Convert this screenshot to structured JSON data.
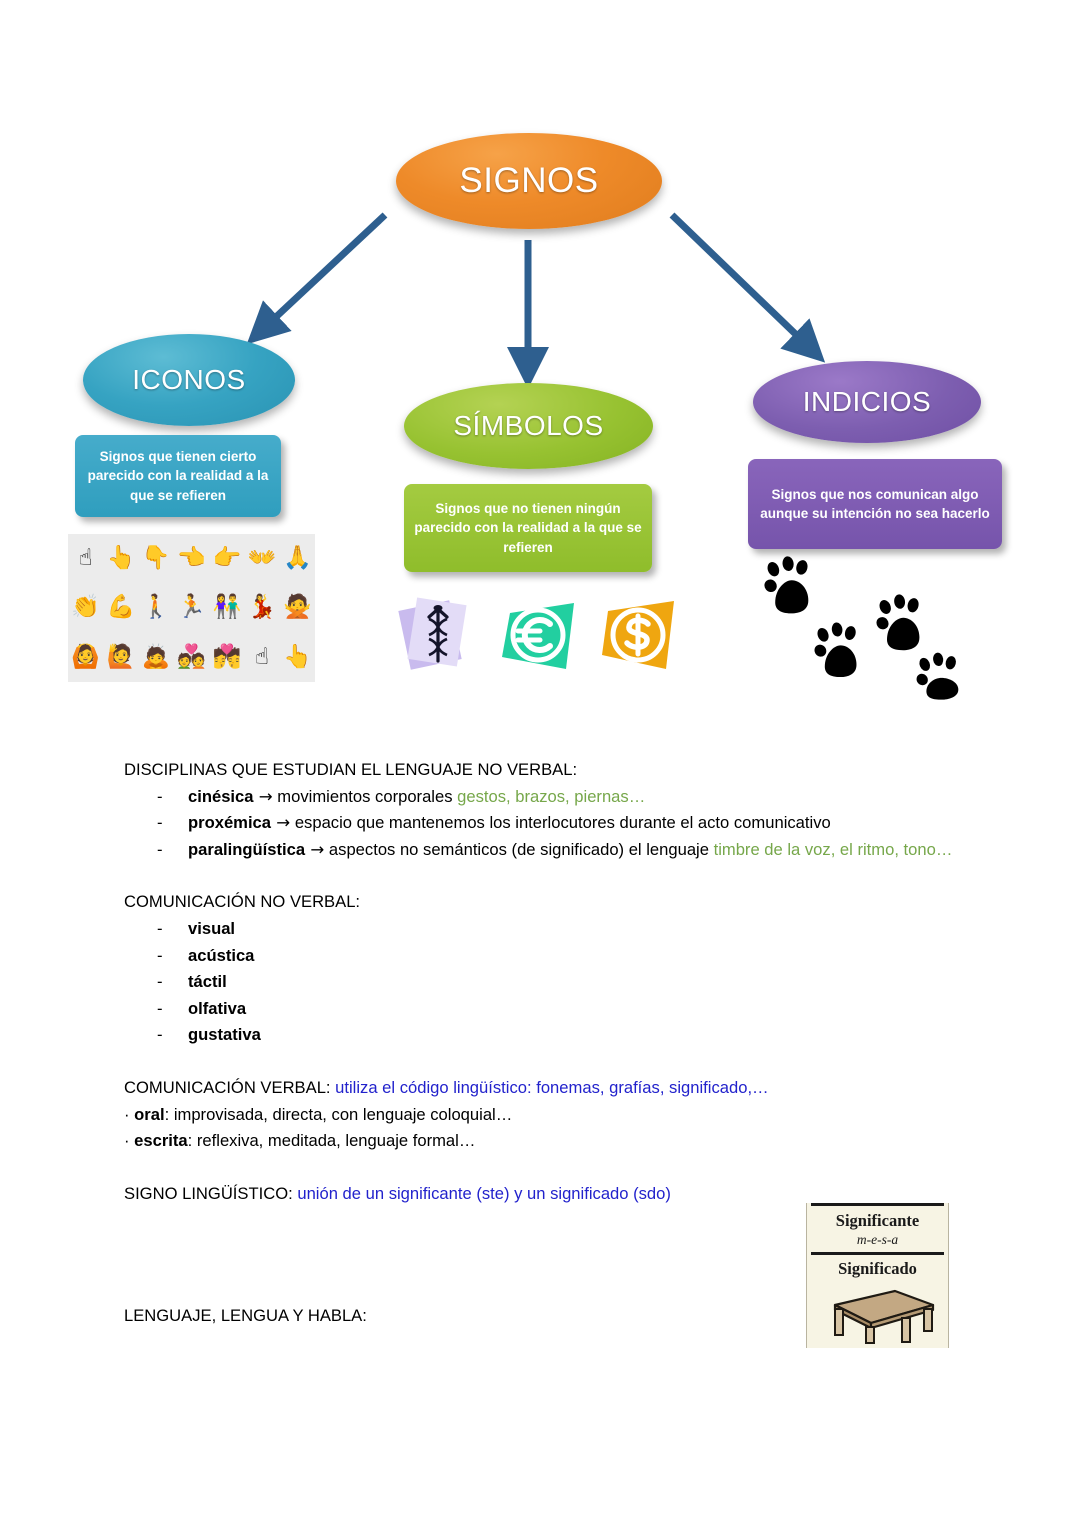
{
  "diagram": {
    "root": {
      "label": "SIGNOS",
      "color": "#ee8a29"
    },
    "branches": [
      {
        "key": "iconos",
        "label": "ICONOS",
        "color": "#36a3c2",
        "description": "Signos que tienen cierto parecido con la  realidad a la que se refieren",
        "illustration": "emoji-gestures-grid"
      },
      {
        "key": "simbolos",
        "label": "SÍMBOLOS",
        "color": "#97c231",
        "description": "Signos que no tienen ningún parecido con la realidad a la que se refieren",
        "illustration": "caduceus-euro-dollar-icons"
      },
      {
        "key": "indicios",
        "label": "INDICIOS",
        "color": "#7d5eb0",
        "description": "Signos que nos comunican algo aunque su intención no sea  hacerlo",
        "illustration": "animal-paw-prints"
      }
    ],
    "connector_color": "#2e5f8f",
    "emoji": [
      "☝",
      "👆",
      "👇",
      "👈",
      "👉",
      "👐",
      "🙏",
      "👏",
      "💪",
      "🚶",
      "🏃",
      "👫",
      "💃",
      "🙅",
      "🙆",
      "🙋",
      "🙇",
      "💑",
      "💏"
    ]
  },
  "content": {
    "section1": {
      "heading": "DISCIPLINAS QUE ESTUDIAN EL LENGUAJE NO VERBAL:",
      "items": [
        {
          "term": "cinésica",
          "arrow": "→",
          "rest": " movimientos corporales ",
          "green": "gestos, brazos, piernas…"
        },
        {
          "term": "proxémica",
          "arrow": "→",
          "rest": " espacio que mantenemos los interlocutores durante el acto comunicativo",
          "green": ""
        },
        {
          "term": "paralingüística",
          "arrow": "→",
          "rest": " aspectos no semánticos (de significado) el lenguaje ",
          "green": "timbre de la voz, el ritmo, tono…"
        }
      ]
    },
    "section2": {
      "heading": "COMUNICACIÓN NO VERBAL:",
      "items": [
        "visual",
        "acústica",
        "táctil",
        "olfativa",
        "gustativa"
      ]
    },
    "section3": {
      "heading": "COMUNICACIÓN VERBAL:",
      "heading_blue": " utiliza el código lingüístico: fonemas, grafías, significado,…",
      "oral_bullet": "·",
      "oral_term": "oral",
      "oral_rest": ": improvisada, directa, con lenguaje coloquial…",
      "escrita_bullet": "·",
      "escrita_term": "escrita",
      "escrita_rest": ": reflexiva, meditada, lenguaje formal…"
    },
    "section4": {
      "heading": "SIGNO LINGÜÍSTICO:",
      "heading_blue": " unión de un significante (ste) y un significado (sdo)"
    },
    "section5": {
      "heading": "LENGUAJE, LENGUA Y HABLA:"
    }
  },
  "mesa_figure": {
    "significante_label": "Significante",
    "significante_word": "m-e-s-a",
    "significado_label": "Significado",
    "significado_image": "wooden-table-drawing"
  }
}
